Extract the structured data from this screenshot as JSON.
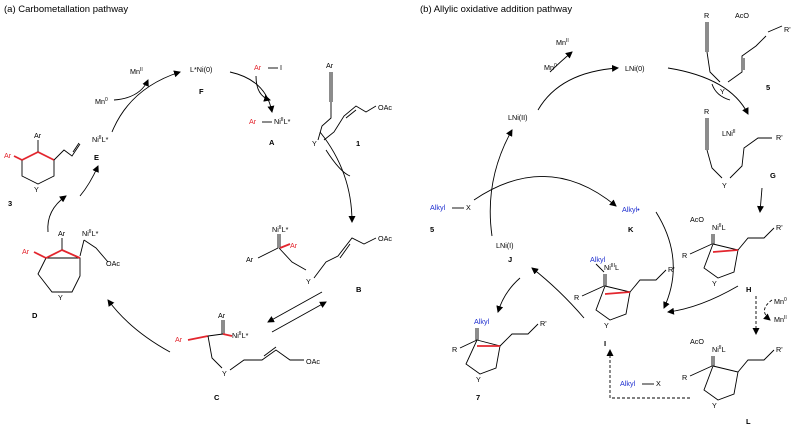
{
  "panels": {
    "a": {
      "title": "(a) Carbometallation pathway"
    },
    "b": {
      "title": "(b) Allylic oxidative addition pathway"
    }
  },
  "panel_a": {
    "F": {
      "label": "F",
      "species": "L*Ni(0)"
    },
    "A": {
      "label": "A",
      "ar": "Ar",
      "ni": "Ni",
      "ni_ox": "II",
      "ligand": "L*"
    },
    "reagent_ArI": {
      "ar": "Ar",
      "i": "I"
    },
    "substrate_1": {
      "label": "1",
      "ar": "Ar",
      "y": "Y",
      "oac": "OAc"
    },
    "B": {
      "label": "B",
      "ni": "Ni",
      "ni_ox": "II",
      "ligand": "L*",
      "ar1": "Ar",
      "ar2": "Ar",
      "y": "Y",
      "oac": "OAc"
    },
    "C": {
      "label": "C",
      "ar1": "Ar",
      "ar2": "Ar",
      "ni": "Ni",
      "ni_ox": "II",
      "ligand": "L*",
      "y": "Y",
      "oac": "OAc"
    },
    "D": {
      "label": "D",
      "ar1": "Ar",
      "ar2": "Ar",
      "ni": "Ni",
      "ni_ox": "II",
      "ligand": "L*",
      "y": "Y",
      "oac": "OAc"
    },
    "product_3": {
      "label": "3",
      "ar1": "Ar",
      "ar2": "Ar",
      "y": "Y"
    },
    "E": {
      "label": "E",
      "ni": "Ni",
      "ni_ox": "II",
      "ligand": "L*"
    },
    "mn0": "Mn",
    "mn0_ox": "0",
    "mnII": "Mn",
    "mnII_ox": "II"
  },
  "panel_b": {
    "mn0": "Mn",
    "mn0_ox": "0",
    "mnII": "Mn",
    "mnII_ox": "II",
    "lni0": "LNi(0)",
    "lniII": "LNi(II)",
    "lniI": "LNi(I)",
    "label_J": "J",
    "substrate_5": {
      "label": "5",
      "r": "R",
      "aco": "AcO",
      "r2": "R'",
      "y": "Y"
    },
    "G": {
      "label": "G",
      "r": "R",
      "ni": "LNi",
      "ni_ox": "II",
      "r2": "R'",
      "y": "Y"
    },
    "H": {
      "label": "H",
      "aco": "AcO",
      "ni": "Ni",
      "ni_ox": "II",
      "ligand": "L",
      "r": "R",
      "r2": "R'",
      "y": "Y"
    },
    "L": {
      "label": "L",
      "aco": "AcO",
      "ni": "Ni",
      "ni_ox": "II",
      "ligand": "L",
      "r": "R",
      "r2": "R'",
      "y": "Y"
    },
    "I": {
      "label": "I",
      "alkyl": "Alkyl",
      "ni": "Ni",
      "ni_ox": "III",
      "ligand": "L",
      "r": "R",
      "r2": "R'",
      "y": "Y"
    },
    "product_7": {
      "label": "7",
      "alkyl": "Alkyl",
      "r": "R",
      "r2": "R'",
      "y": "Y"
    },
    "alkylX": {
      "alkyl": "Alkyl",
      "x": "X",
      "label": "5"
    },
    "K": {
      "label": "K",
      "species": "Alkyl•"
    },
    "alkylX_bottom": {
      "alkyl": "Alkyl",
      "x": "X"
    },
    "H_mn0": "Mn",
    "H_mn0_ox": "0",
    "H_mnII": "Mn",
    "H_mnII_ox": "II"
  }
}
